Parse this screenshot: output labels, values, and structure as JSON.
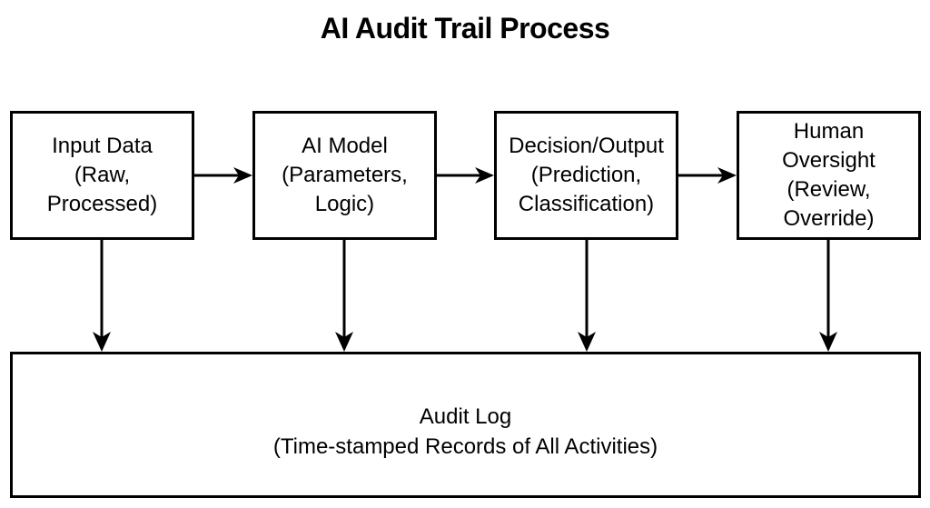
{
  "title": "AI Audit Trail Process",
  "colors": {
    "line": "#000000",
    "text": "#000000",
    "bg": "#ffffff"
  },
  "process_boxes": [
    {
      "name": "Input Data",
      "label": "Input Data\n(Raw,\nProcessed)"
    },
    {
      "name": "AI Model",
      "label": "AI Model\n(Parameters,\nLogic)"
    },
    {
      "name": "Decision/Output",
      "label": "Decision/Output\n(Prediction,\nClassification)"
    },
    {
      "name": "Human Oversight",
      "label": "Human\nOversight\n(Review,\nOverride)"
    }
  ],
  "audit_log": {
    "label": "Audit Log\n(Time-stamped Records of All Activities)"
  },
  "connections": [
    {
      "from": "Input Data",
      "to": "AI Model"
    },
    {
      "from": "AI Model",
      "to": "Decision/Output"
    },
    {
      "from": "Decision/Output",
      "to": "Human Oversight"
    },
    {
      "from": "Input Data",
      "to": "Audit Log"
    },
    {
      "from": "AI Model",
      "to": "Audit Log"
    },
    {
      "from": "Decision/Output",
      "to": "Audit Log"
    },
    {
      "from": "Human Oversight",
      "to": "Audit Log"
    }
  ]
}
